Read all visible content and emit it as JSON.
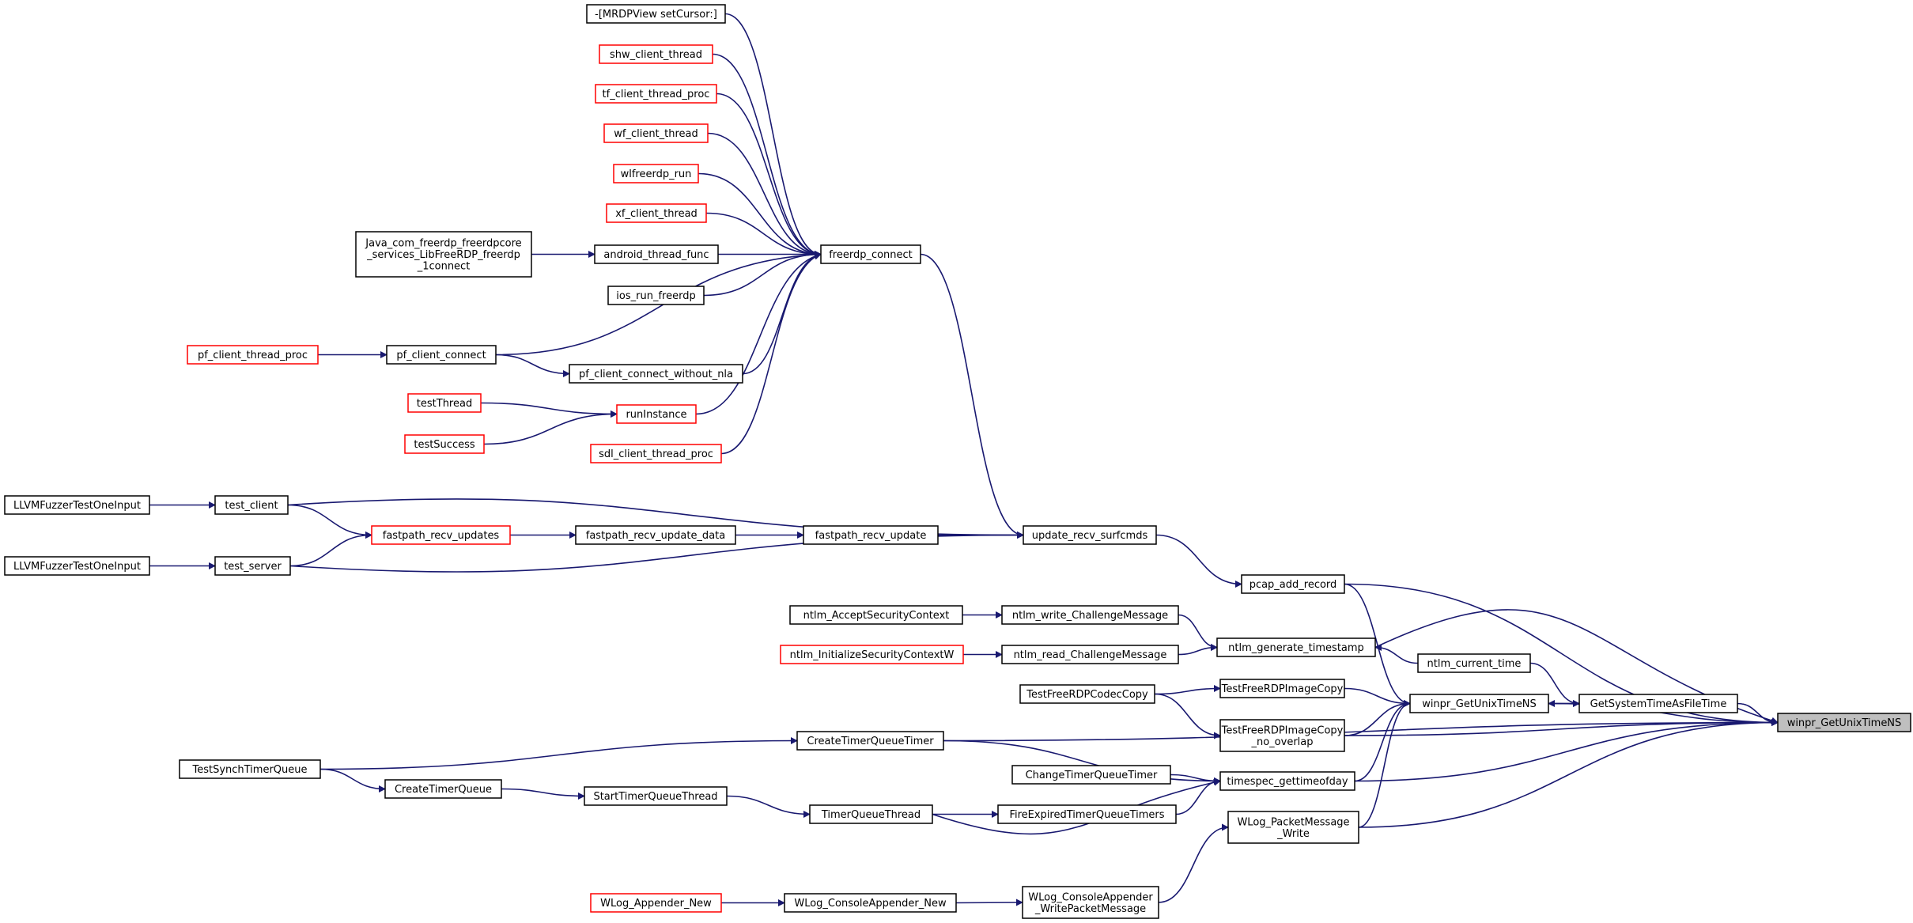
{
  "graph": {
    "type": "call-graph",
    "direction": "right-to-left",
    "root": "winpr_GetUnixTimeNS",
    "colors": {
      "edge": "#191970",
      "node_border": "#000000",
      "truncated_node_border": "#ff0000",
      "root_fill": "#bfbfbf"
    },
    "nodes": [
      {
        "id": "root",
        "lines": [
          "winpr_GetUnixTimeNS"
        ],
        "style": "root"
      },
      {
        "id": "getsystemtime",
        "lines": [
          "GetSystemTimeAsFileTime"
        ],
        "style": "normal"
      },
      {
        "id": "gettimens",
        "lines": [
          "winpr_GetUnixTimeNS"
        ],
        "style": "normal"
      },
      {
        "id": "ntlm_current_time",
        "lines": [
          "ntlm_current_time"
        ],
        "style": "normal"
      },
      {
        "id": "ntlm_gen_ts",
        "lines": [
          "ntlm_generate_timestamp"
        ],
        "style": "normal"
      },
      {
        "id": "ntlm_write_cm",
        "lines": [
          "ntlm_write_ChallengeMessage"
        ],
        "style": "normal"
      },
      {
        "id": "ntlm_read_cm",
        "lines": [
          "ntlm_read_ChallengeMessage"
        ],
        "style": "normal"
      },
      {
        "id": "ntlm_accept",
        "lines": [
          "ntlm_AcceptSecurityContext"
        ],
        "style": "normal"
      },
      {
        "id": "ntlm_init",
        "lines": [
          "ntlm_InitializeSecurityContextW"
        ],
        "style": "red"
      },
      {
        "id": "pcap_add_record",
        "lines": [
          "pcap_add_record"
        ],
        "style": "normal"
      },
      {
        "id": "update_recv_surfcmds",
        "lines": [
          "update_recv_surfcmds"
        ],
        "style": "normal"
      },
      {
        "id": "freerdp_connect",
        "lines": [
          "freerdp_connect"
        ],
        "style": "normal"
      },
      {
        "id": "mrdp",
        "lines": [
          "-[MRDPView setCursor:]"
        ],
        "style": "normal"
      },
      {
        "id": "shw",
        "lines": [
          "shw_client_thread"
        ],
        "style": "red"
      },
      {
        "id": "tf",
        "lines": [
          "tf_client_thread_proc"
        ],
        "style": "red"
      },
      {
        "id": "wf",
        "lines": [
          "wf_client_thread"
        ],
        "style": "red"
      },
      {
        "id": "wlfreerdp",
        "lines": [
          "wlfreerdp_run"
        ],
        "style": "red"
      },
      {
        "id": "xf",
        "lines": [
          "xf_client_thread"
        ],
        "style": "red"
      },
      {
        "id": "android",
        "lines": [
          "android_thread_func"
        ],
        "style": "normal"
      },
      {
        "id": "java",
        "lines": [
          "Java_com_freerdp_freerdpcore",
          "_services_LibFreeRDP_freerdp",
          "_1connect"
        ],
        "style": "normal"
      },
      {
        "id": "ios",
        "lines": [
          "ios_run_freerdp"
        ],
        "style": "normal"
      },
      {
        "id": "pf_client_connect",
        "lines": [
          "pf_client_connect"
        ],
        "style": "normal"
      },
      {
        "id": "pf_client_thread_proc",
        "lines": [
          "pf_client_thread_proc"
        ],
        "style": "red"
      },
      {
        "id": "pf_nla",
        "lines": [
          "pf_client_connect_without_nla"
        ],
        "style": "normal"
      },
      {
        "id": "runinstance",
        "lines": [
          "runInstance"
        ],
        "style": "red"
      },
      {
        "id": "testthread",
        "lines": [
          "testThread"
        ],
        "style": "red"
      },
      {
        "id": "testsuccess",
        "lines": [
          "testSuccess"
        ],
        "style": "red"
      },
      {
        "id": "sdl",
        "lines": [
          "sdl_client_thread_proc"
        ],
        "style": "red"
      },
      {
        "id": "fastpath_recv_update",
        "lines": [
          "fastpath_recv_update"
        ],
        "style": "normal"
      },
      {
        "id": "fastpath_recv_update_data",
        "lines": [
          "fastpath_recv_update_data"
        ],
        "style": "normal"
      },
      {
        "id": "fastpath_recv_updates",
        "lines": [
          "fastpath_recv_updates"
        ],
        "style": "red"
      },
      {
        "id": "test_client",
        "lines": [
          "test_client"
        ],
        "style": "normal"
      },
      {
        "id": "test_server",
        "lines": [
          "test_server"
        ],
        "style": "normal"
      },
      {
        "id": "llvm1",
        "lines": [
          "LLVMFuzzerTestOneInput"
        ],
        "style": "normal"
      },
      {
        "id": "llvm2",
        "lines": [
          "LLVMFuzzerTestOneInput"
        ],
        "style": "normal"
      },
      {
        "id": "testimgcopy",
        "lines": [
          "TestFreeRDPImageCopy"
        ],
        "style": "normal"
      },
      {
        "id": "testimgcopy_no",
        "lines": [
          "TestFreeRDPImageCopy",
          "_no_overlap"
        ],
        "style": "normal"
      },
      {
        "id": "testcodeccopy",
        "lines": [
          "TestFreeRDPCodecCopy"
        ],
        "style": "normal"
      },
      {
        "id": "timespec",
        "lines": [
          "timespec_gettimeofday"
        ],
        "style": "normal"
      },
      {
        "id": "createtqtimer",
        "lines": [
          "CreateTimerQueueTimer"
        ],
        "style": "normal"
      },
      {
        "id": "changetqtimer",
        "lines": [
          "ChangeTimerQueueTimer"
        ],
        "style": "normal"
      },
      {
        "id": "fireexpired",
        "lines": [
          "FireExpiredTimerQueueTimers"
        ],
        "style": "normal"
      },
      {
        "id": "tqthread",
        "lines": [
          "TimerQueueThread"
        ],
        "style": "normal"
      },
      {
        "id": "starttqthread",
        "lines": [
          "StartTimerQueueThread"
        ],
        "style": "normal"
      },
      {
        "id": "createtq",
        "lines": [
          "CreateTimerQueue"
        ],
        "style": "normal"
      },
      {
        "id": "testsynctq",
        "lines": [
          "TestSynchTimerQueue"
        ],
        "style": "normal"
      },
      {
        "id": "wlog_packet",
        "lines": [
          "WLog_PacketMessage",
          "_Write"
        ],
        "style": "normal"
      },
      {
        "id": "wlog_console_write",
        "lines": [
          "WLog_ConsoleAppender",
          "_WritePacketMessage"
        ],
        "style": "normal"
      },
      {
        "id": "wlog_console_new",
        "lines": [
          "WLog_ConsoleAppender_New"
        ],
        "style": "normal"
      },
      {
        "id": "wlog_appender_new",
        "lines": [
          "WLog_Appender_New"
        ],
        "style": "red"
      }
    ],
    "edges": [
      [
        "getsystemtime",
        "root"
      ],
      [
        "gettimens",
        "root"
      ],
      [
        "pcap_add_record",
        "root"
      ],
      [
        "ntlm_gen_ts",
        "root"
      ],
      [
        "testimgcopy_no",
        "root"
      ],
      [
        "timespec",
        "root"
      ],
      [
        "wlog_packet",
        "root"
      ],
      [
        "createtqtimer",
        "root"
      ],
      [
        "ntlm_current_time",
        "getsystemtime"
      ],
      [
        "gettimens",
        "getsystemtime"
      ],
      [
        "getsystemtime",
        "gettimens"
      ],
      [
        "pcap_add_record",
        "gettimens"
      ],
      [
        "testimgcopy",
        "gettimens"
      ],
      [
        "testimgcopy_no",
        "gettimens"
      ],
      [
        "timespec",
        "gettimens"
      ],
      [
        "wlog_packet",
        "gettimens"
      ],
      [
        "ntlm_current_time",
        "ntlm_gen_ts"
      ],
      [
        "ntlm_write_cm",
        "ntlm_gen_ts"
      ],
      [
        "ntlm_read_cm",
        "ntlm_gen_ts"
      ],
      [
        "ntlm_accept",
        "ntlm_write_cm"
      ],
      [
        "ntlm_init",
        "ntlm_read_cm"
      ],
      [
        "update_recv_surfcmds",
        "pcap_add_record"
      ],
      [
        "freerdp_connect",
        "update_recv_surfcmds"
      ],
      [
        "mrdp",
        "freerdp_connect"
      ],
      [
        "shw",
        "freerdp_connect"
      ],
      [
        "tf",
        "freerdp_connect"
      ],
      [
        "wf",
        "freerdp_connect"
      ],
      [
        "wlfreerdp",
        "freerdp_connect"
      ],
      [
        "xf",
        "freerdp_connect"
      ],
      [
        "android",
        "freerdp_connect"
      ],
      [
        "ios",
        "freerdp_connect"
      ],
      [
        "pf_client_connect",
        "freerdp_connect"
      ],
      [
        "pf_nla",
        "freerdp_connect"
      ],
      [
        "runinstance",
        "freerdp_connect"
      ],
      [
        "sdl",
        "freerdp_connect"
      ],
      [
        "java",
        "android"
      ],
      [
        "pf_client_thread_proc",
        "pf_client_connect"
      ],
      [
        "pf_client_connect",
        "pf_nla"
      ],
      [
        "testthread",
        "runinstance"
      ],
      [
        "testsuccess",
        "runinstance"
      ],
      [
        "fastpath_recv_update",
        "update_recv_surfcmds"
      ],
      [
        "test_client",
        "update_recv_surfcmds"
      ],
      [
        "test_server",
        "update_recv_surfcmds"
      ],
      [
        "fastpath_recv_update_data",
        "fastpath_recv_update"
      ],
      [
        "fastpath_recv_updates",
        "fastpath_recv_update_data"
      ],
      [
        "test_client",
        "fastpath_recv_updates"
      ],
      [
        "test_server",
        "fastpath_recv_updates"
      ],
      [
        "llvm1",
        "test_client"
      ],
      [
        "llvm2",
        "test_server"
      ],
      [
        "testcodeccopy",
        "testimgcopy"
      ],
      [
        "testcodeccopy",
        "testimgcopy_no"
      ],
      [
        "createtqtimer",
        "timespec"
      ],
      [
        "changetqtimer",
        "timespec"
      ],
      [
        "fireexpired",
        "timespec"
      ],
      [
        "tqthread",
        "timespec"
      ],
      [
        "testsynctq",
        "createtqtimer"
      ],
      [
        "tqthread",
        "fireexpired"
      ],
      [
        "starttqthread",
        "tqthread"
      ],
      [
        "createtq",
        "starttqthread"
      ],
      [
        "testsynctq",
        "createtq"
      ],
      [
        "wlog_console_write",
        "wlog_packet"
      ],
      [
        "wlog_console_new",
        "wlog_console_write"
      ],
      [
        "wlog_appender_new",
        "wlog_console_new"
      ]
    ]
  }
}
